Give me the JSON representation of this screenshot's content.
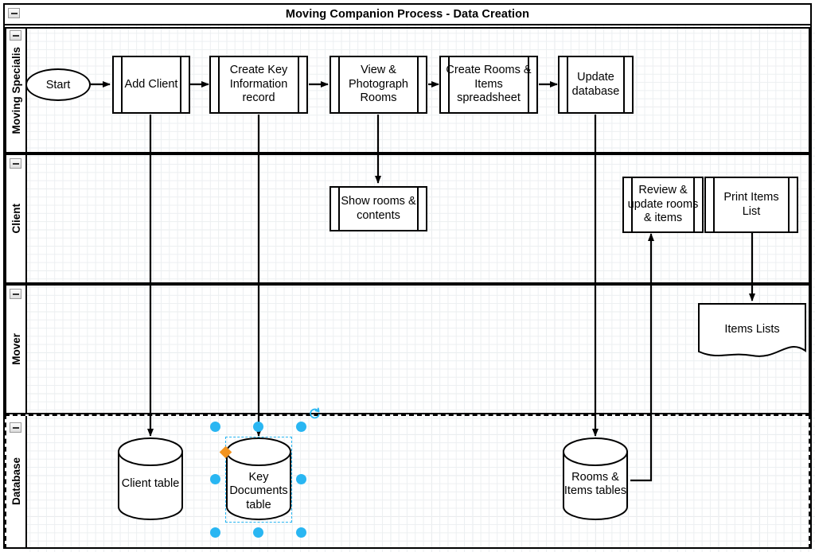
{
  "pool": {
    "title": "Moving Companion Process - Data Creation",
    "collapse_icon": "collapse-minus-icon"
  },
  "lanes": [
    {
      "label": "Moving Specialis",
      "collapse_icon": "collapse-minus-icon",
      "selected": false
    },
    {
      "label": "Client",
      "collapse_icon": "collapse-minus-icon",
      "selected": false
    },
    {
      "label": "Mover",
      "collapse_icon": "collapse-minus-icon",
      "selected": false
    },
    {
      "label": "Database",
      "collapse_icon": "collapse-minus-icon",
      "selected": true
    }
  ],
  "shapes": {
    "start": {
      "label": "Start",
      "type": "start-ellipse"
    },
    "add_client": {
      "label": "Add Client",
      "type": "predefined-process"
    },
    "create_key_info": {
      "label": "Create Key Information record",
      "type": "predefined-process"
    },
    "view_photograph": {
      "label": "View & Photograph Rooms",
      "type": "predefined-process"
    },
    "create_rooms_items": {
      "label": "Create Rooms & Items spreadsheet",
      "type": "predefined-process"
    },
    "update_database": {
      "label": "Update database",
      "type": "predefined-process"
    },
    "show_rooms": {
      "label": "Show rooms & contents",
      "type": "predefined-process"
    },
    "review_update": {
      "label": "Review & update rooms & items",
      "type": "predefined-process"
    },
    "print_items": {
      "label": "Print Items List",
      "type": "predefined-process"
    },
    "items_lists": {
      "label": "Items Lists",
      "type": "document"
    },
    "client_table": {
      "label": "Client table",
      "type": "cylinder"
    },
    "key_documents_table": {
      "label": "Key Documents table",
      "type": "cylinder",
      "selected": true
    },
    "rooms_items_tables": {
      "label": "Rooms & Items tables",
      "type": "cylinder"
    }
  },
  "selection": {
    "target": "key_documents_table",
    "handle_color": "#29b6f2",
    "constraint_handle_color": "#f2931e",
    "rotate_icon": "rotate-icon",
    "handle_count": 8
  },
  "colors": {
    "stroke": "#000000",
    "background": "#ffffff",
    "grid_minor": "#eceff1",
    "grid_major": "#e0e4e6",
    "selection": "#29b6f2",
    "constraint": "#f2931e"
  }
}
